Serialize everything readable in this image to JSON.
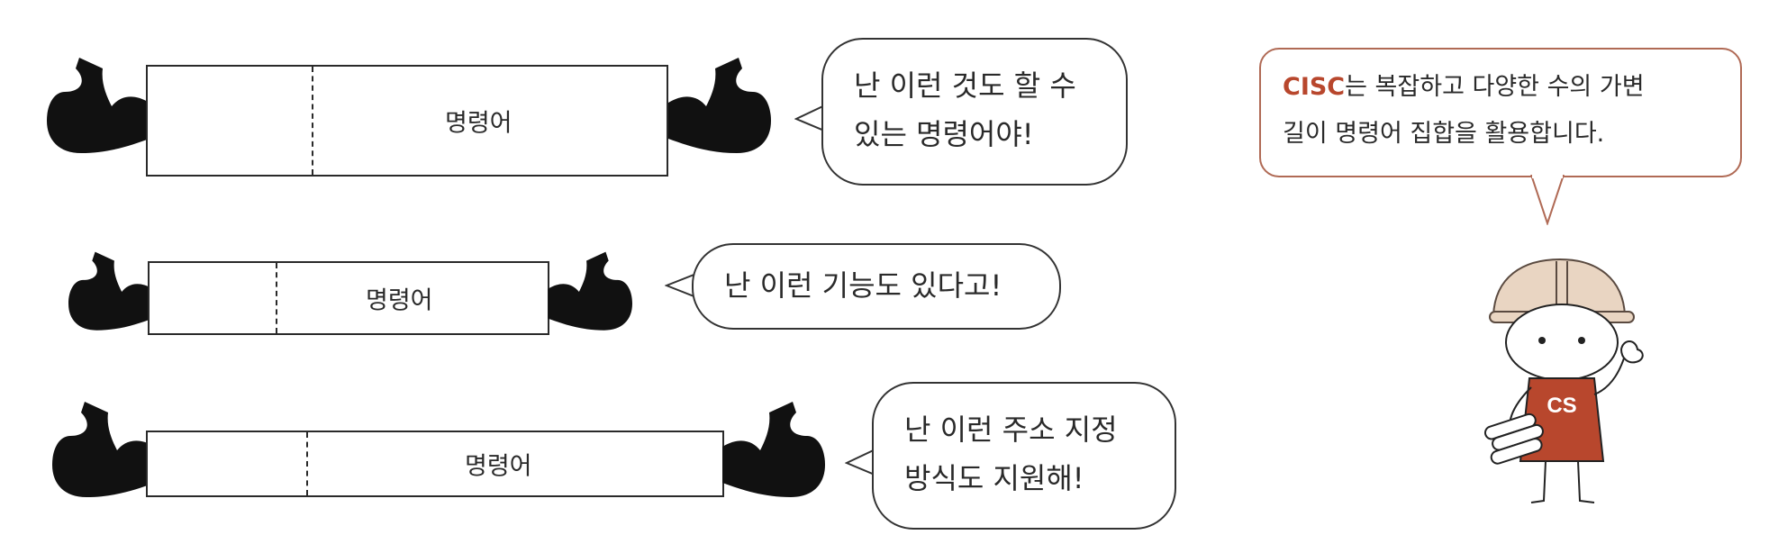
{
  "colors": {
    "accent": "#b8472d",
    "ink": "#2a2a2a",
    "arm": "#111111",
    "helmet": "#e9d5c2",
    "shirt": "#b8472d"
  },
  "rows": [
    {
      "instruction_label": "명령어",
      "bubble_lines": [
        "난 이런 것도 할 수",
        "있는 명령어야!"
      ]
    },
    {
      "instruction_label": "명령어",
      "bubble_lines": [
        "난 이런 기능도 있다고!"
      ]
    },
    {
      "instruction_label": "명령어",
      "bubble_lines": [
        "난 이런 주소 지정",
        "방식도 지원해!"
      ]
    }
  ],
  "explanation": {
    "highlight": "CISC",
    "line1_rest": "는 복잡하고 다양한 수의 가변",
    "line2": "길이 명령어 집합을 활용합니다."
  },
  "character": {
    "shirt_text": "CS"
  }
}
